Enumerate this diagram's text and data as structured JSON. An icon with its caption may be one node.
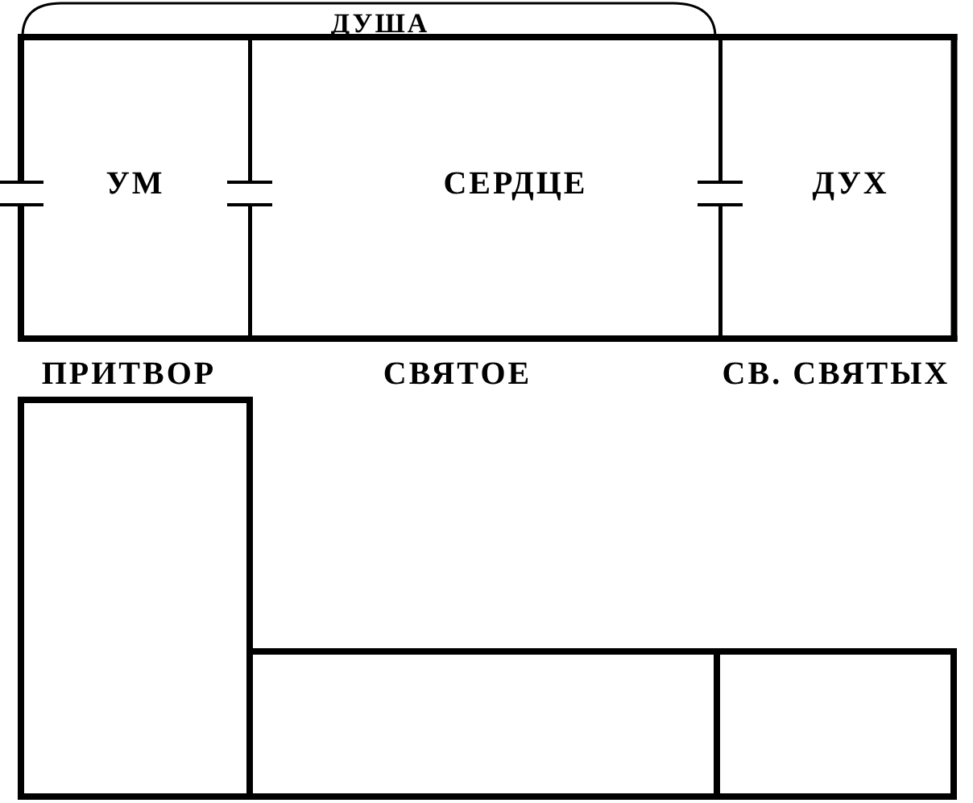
{
  "diagram": {
    "nodes": [
      {
        "text": [
          "УМ"
        ]
      },
      {
        "text": [
          "СЕРДЦЕ"
        ]
      },
      {
        "text": [
          "ДУХ"
        ]
      },
      {
        "text": [],
        "shape": "box"
      },
      {
        "text": [],
        "shape": "box"
      },
      {
        "text": [],
        "shape": "box"
      }
    ],
    "labels": [
      "ДУША",
      "ПРИТВОР",
      "СВЯТОЕ",
      "СВ. СВЯТЫХ"
    ]
  }
}
